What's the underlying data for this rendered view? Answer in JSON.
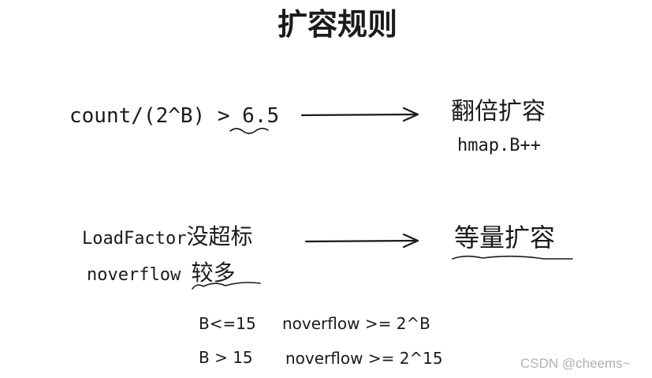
{
  "title": "扩容规则",
  "rule_double": {
    "condition": "count/(2^B)  > 6.5",
    "action": "翻倍扩容",
    "detail": "hmap.B++"
  },
  "rule_equal": {
    "condition_line1_en": "LoadFactor",
    "condition_line1_zh": "没超标",
    "condition_line2_en": "noverflow ",
    "condition_line2_zh": "较多",
    "action": "等量扩容"
  },
  "thresholds": [
    {
      "condition": "B<=15",
      "value": "noverflow >= 2^B"
    },
    {
      "condition": "B > 15",
      "value": "noverflow >= 2^15"
    }
  ],
  "watermark": "CSDN @cheems~"
}
